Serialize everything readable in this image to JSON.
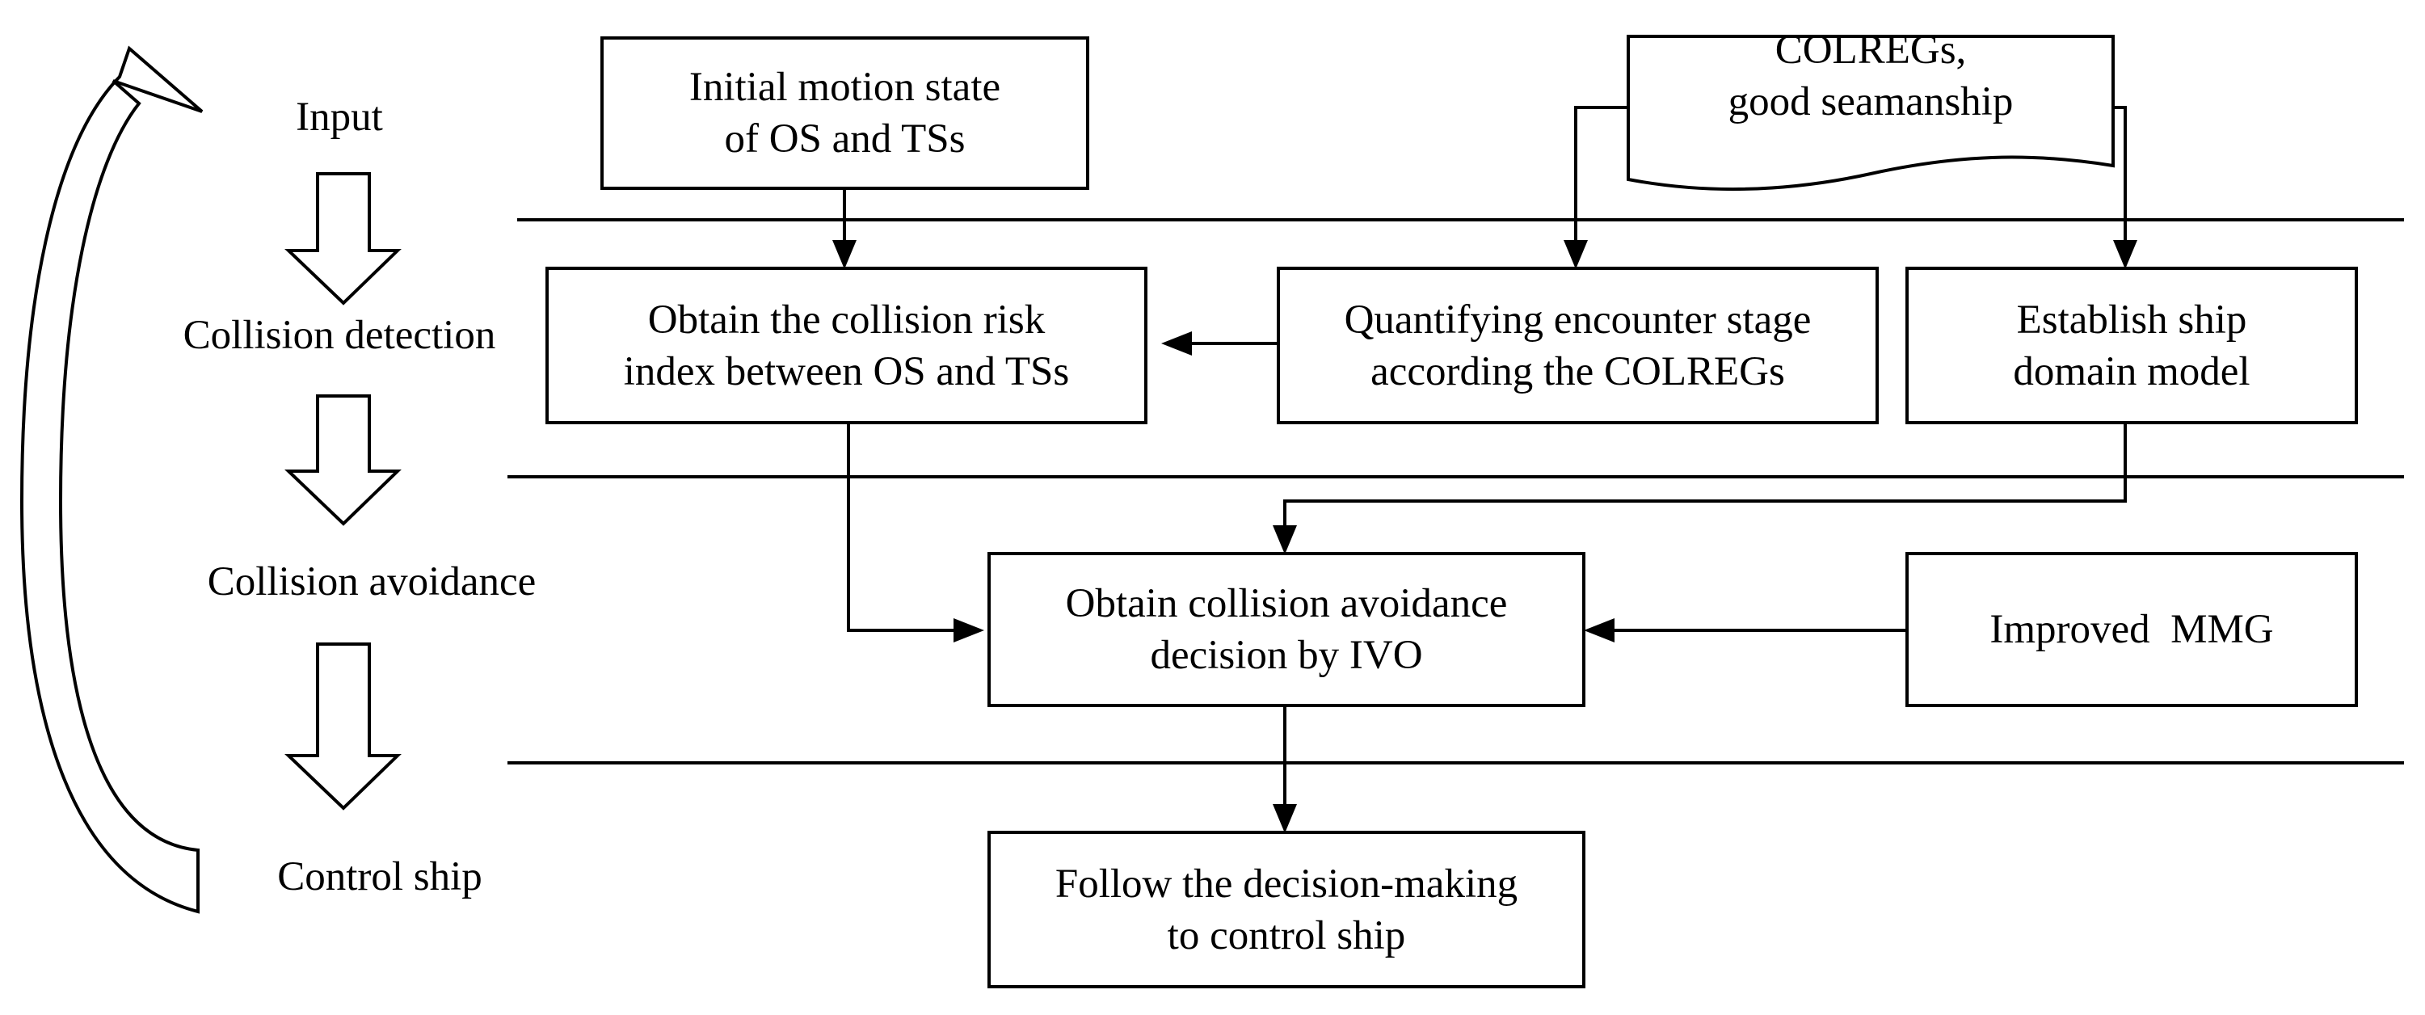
{
  "stages": {
    "input": "Input",
    "collision_detection": "Collision detection",
    "collision_avoidance": "Collision avoidance",
    "control_ship": "Control ship"
  },
  "boxes": {
    "initial_state": {
      "line1": "Initial motion state",
      "line2": "of OS and TSs"
    },
    "colregs": {
      "line1": "COLREGs,",
      "line2": "good seamanship"
    },
    "collision_risk": {
      "line1": "Obtain the collision risk",
      "line2": "index between OS and TSs"
    },
    "encounter_stage": {
      "line1": "Quantifying encounter stage",
      "line2": "according the COLREGs"
    },
    "ship_domain": {
      "line1": "Establish ship",
      "line2": "domain model"
    },
    "ivo_decision": {
      "line1": "Obtain collision avoidance",
      "line2": "decision by IVO"
    },
    "mmg": {
      "line1": "Improved  MMG"
    },
    "control": {
      "line1": "Follow the decision-making",
      "line2": "to control ship"
    }
  },
  "colors": {
    "stroke": "#000000",
    "background": "#ffffff"
  },
  "icons": {
    "stage_arrow": "hollow-down-arrow-icon",
    "feedback_arrow": "curved-feedback-arrow-icon"
  }
}
